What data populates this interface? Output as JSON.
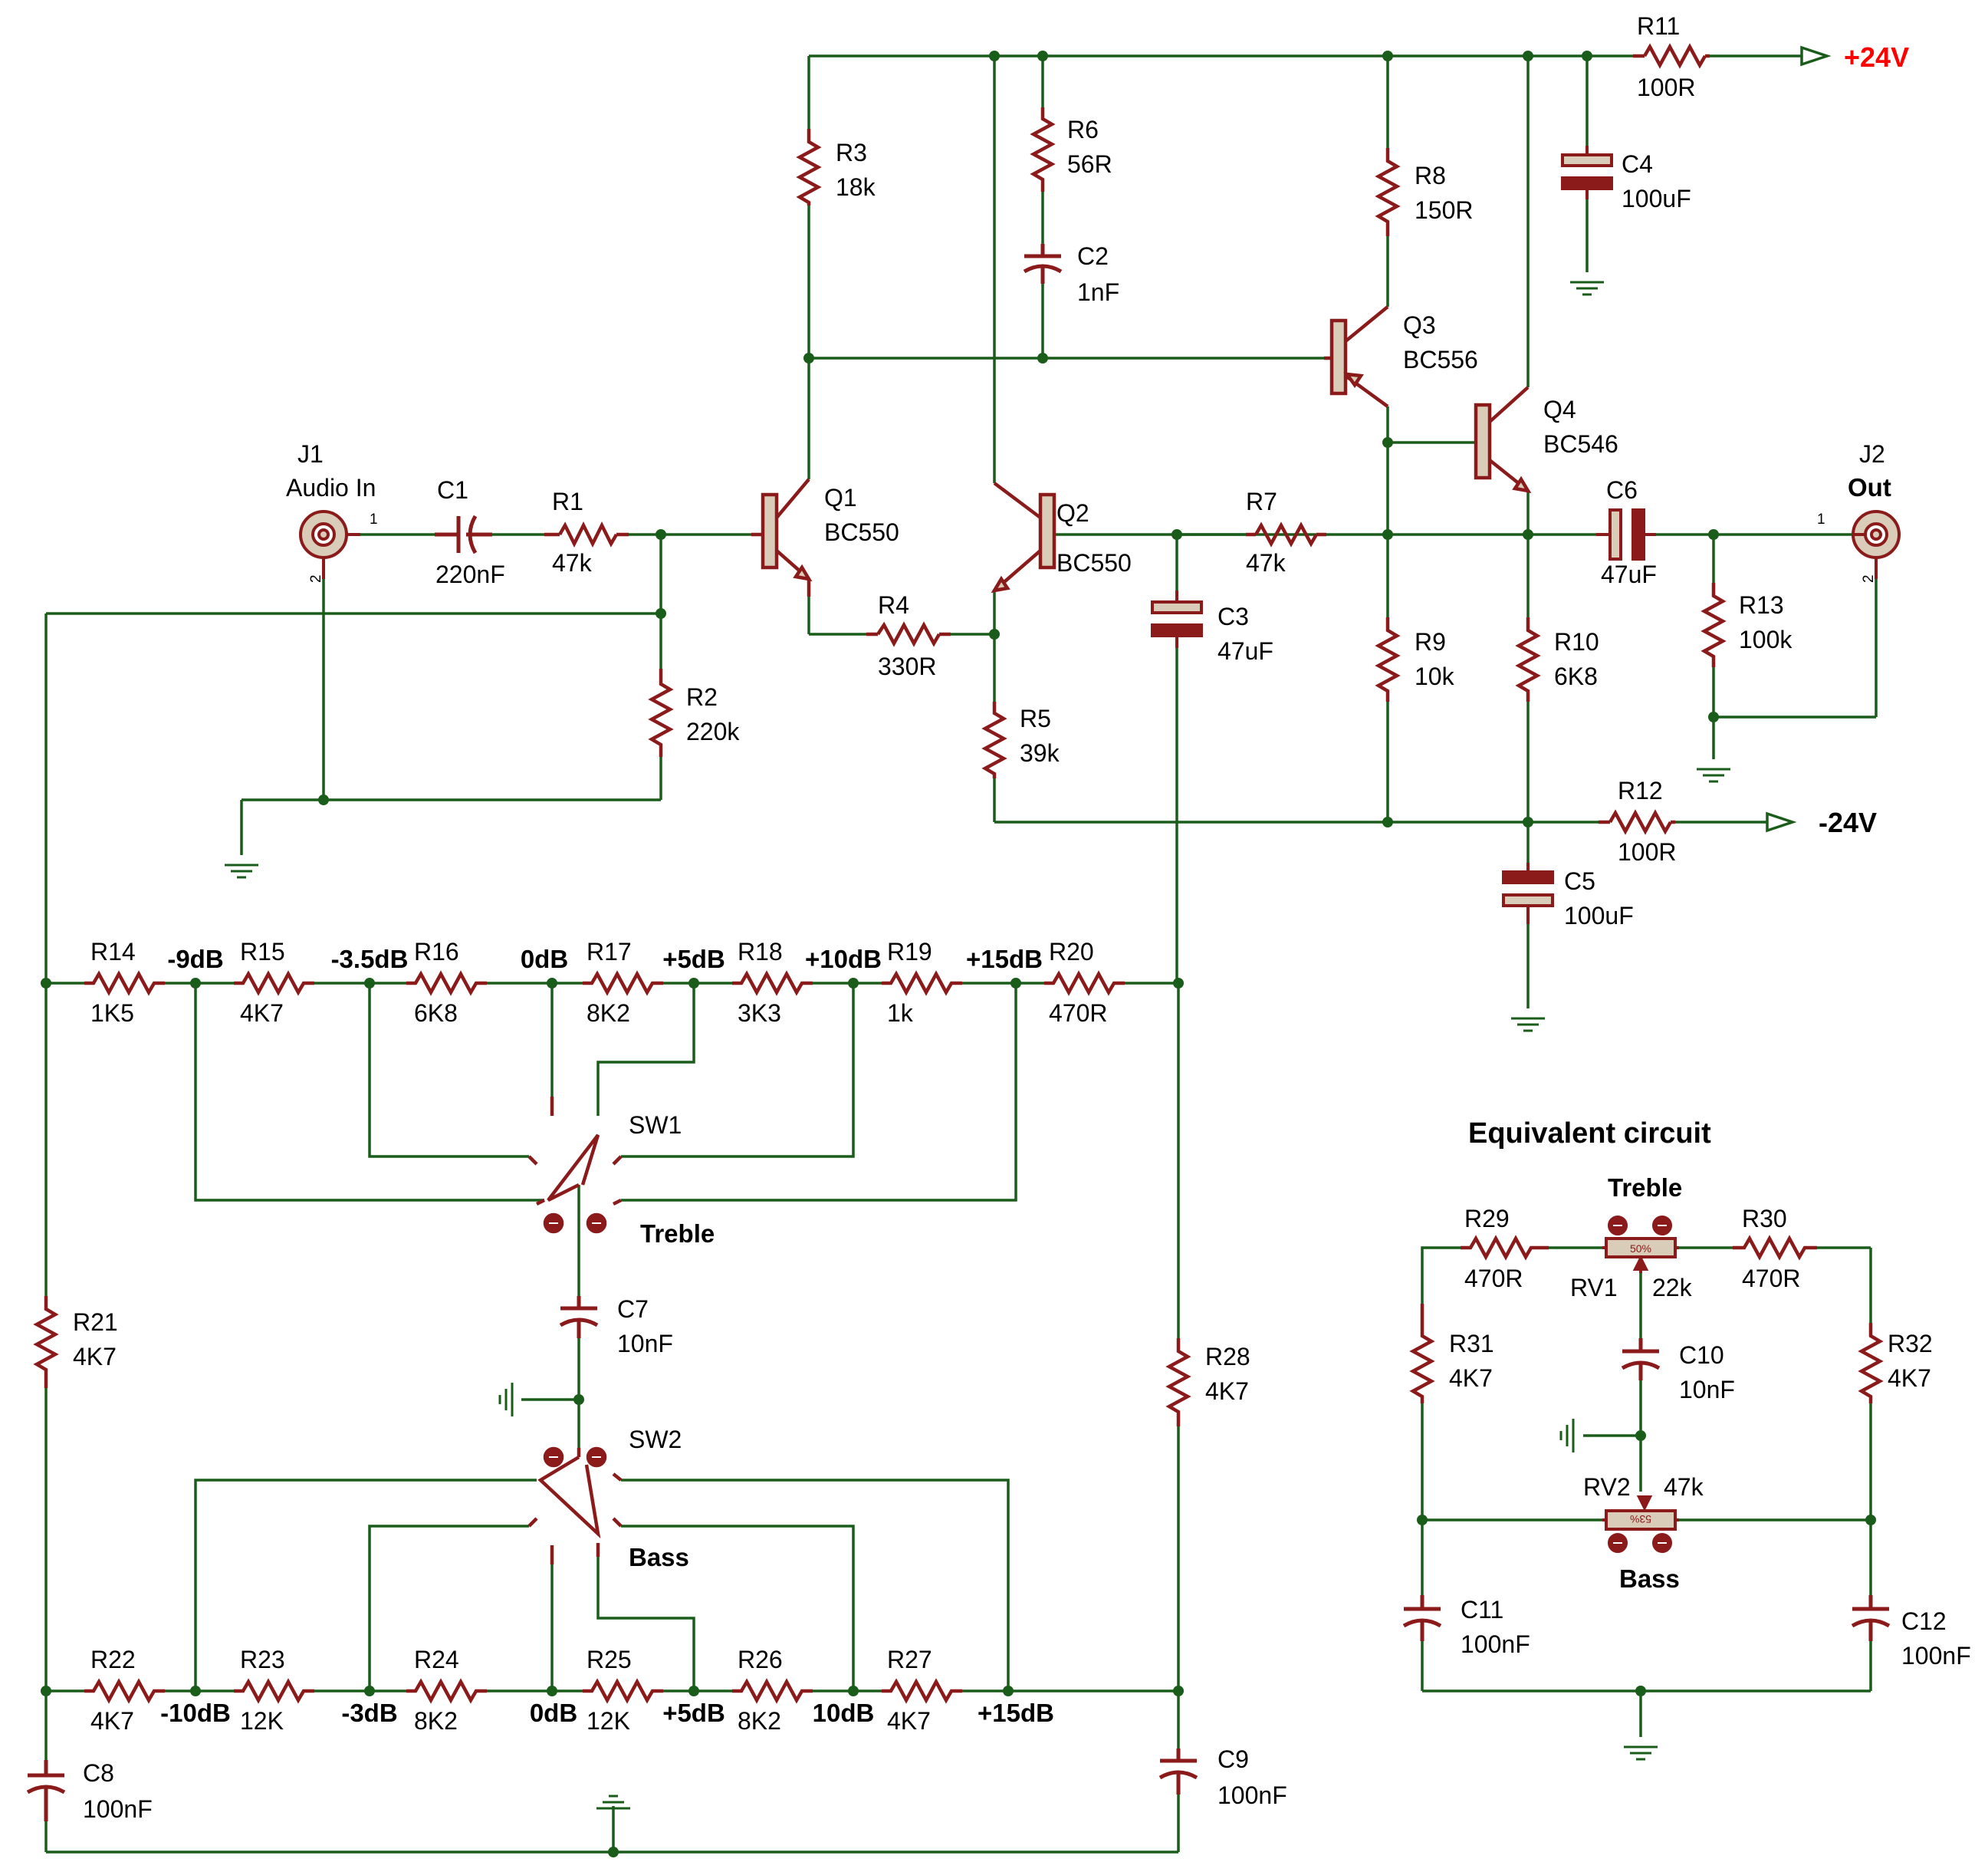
{
  "colors": {
    "wire": "#1a5c1a",
    "component": "#8b1a1a",
    "fill": "#d9ccb8",
    "label": "#000000",
    "supply_positive": "#ff0000",
    "supply_negative": "#000000"
  },
  "supplies": {
    "positive": "+24V",
    "negative": "-24V"
  },
  "connectors": {
    "j1": {
      "ref": "J1",
      "name": "Audio In",
      "pin1": "1",
      "pin2": "2"
    },
    "j2": {
      "ref": "J2",
      "name": "Out",
      "pin1": "1",
      "pin2": "2"
    }
  },
  "transistors": {
    "q1": {
      "ref": "Q1",
      "value": "BC550"
    },
    "q2": {
      "ref": "Q2",
      "value": "BC550"
    },
    "q3": {
      "ref": "Q3",
      "value": "BC556"
    },
    "q4": {
      "ref": "Q4",
      "value": "BC546"
    }
  },
  "resistors": {
    "r1": {
      "ref": "R1",
      "value": "47k"
    },
    "r2": {
      "ref": "R2",
      "value": "220k"
    },
    "r3": {
      "ref": "R3",
      "value": "18k"
    },
    "r4": {
      "ref": "R4",
      "value": "330R"
    },
    "r5": {
      "ref": "R5",
      "value": "39k"
    },
    "r6": {
      "ref": "R6",
      "value": "56R"
    },
    "r7": {
      "ref": "R7",
      "value": "47k"
    },
    "r8": {
      "ref": "R8",
      "value": "150R"
    },
    "r9": {
      "ref": "R9",
      "value": "10k"
    },
    "r10": {
      "ref": "R10",
      "value": "6K8"
    },
    "r11": {
      "ref": "R11",
      "value": "100R"
    },
    "r12": {
      "ref": "R12",
      "value": "100R"
    },
    "r13": {
      "ref": "R13",
      "value": "100k"
    },
    "r14": {
      "ref": "R14",
      "value": "1K5"
    },
    "r15": {
      "ref": "R15",
      "value": "4K7"
    },
    "r16": {
      "ref": "R16",
      "value": "6K8"
    },
    "r17": {
      "ref": "R17",
      "value": "8K2"
    },
    "r18": {
      "ref": "R18",
      "value": "3K3"
    },
    "r19": {
      "ref": "R19",
      "value": "1k"
    },
    "r20": {
      "ref": "R20",
      "value": "470R"
    },
    "r21": {
      "ref": "R21",
      "value": "4K7"
    },
    "r22": {
      "ref": "R22",
      "value": "4K7"
    },
    "r23": {
      "ref": "R23",
      "value": "12K"
    },
    "r24": {
      "ref": "R24",
      "value": "8K2"
    },
    "r25": {
      "ref": "R25",
      "value": "12K"
    },
    "r26": {
      "ref": "R26",
      "value": "8K2"
    },
    "r27": {
      "ref": "R27",
      "value": "4K7"
    },
    "r28": {
      "ref": "R28",
      "value": "4K7"
    },
    "r29": {
      "ref": "R29",
      "value": "470R"
    },
    "r30": {
      "ref": "R30",
      "value": "470R"
    },
    "r31": {
      "ref": "R31",
      "value": "4K7"
    },
    "r32": {
      "ref": "R32",
      "value": "4K7"
    }
  },
  "capacitors": {
    "c1": {
      "ref": "C1",
      "value": "220nF"
    },
    "c2": {
      "ref": "C2",
      "value": "1nF"
    },
    "c3": {
      "ref": "C3",
      "value": "47uF"
    },
    "c4": {
      "ref": "C4",
      "value": "100uF"
    },
    "c5": {
      "ref": "C5",
      "value": "100uF"
    },
    "c6": {
      "ref": "C6",
      "value": "47uF"
    },
    "c7": {
      "ref": "C7",
      "value": "10nF"
    },
    "c8": {
      "ref": "C8",
      "value": "100nF"
    },
    "c9": {
      "ref": "C9",
      "value": "100nF"
    },
    "c10": {
      "ref": "C10",
      "value": "10nF"
    },
    "c11": {
      "ref": "C11",
      "value": "100nF"
    },
    "c12": {
      "ref": "C12",
      "value": "100nF"
    }
  },
  "switches": {
    "sw1": {
      "ref": "SW1",
      "name": "Treble"
    },
    "sw2": {
      "ref": "SW2",
      "name": "Bass"
    }
  },
  "treble_steps": [
    "-9dB",
    "-3.5dB",
    "0dB",
    "+5dB",
    "+10dB",
    "+15dB"
  ],
  "bass_steps": [
    "-10dB",
    "-3dB",
    "0dB",
    "+5dB",
    "10dB",
    "+15dB"
  ],
  "equivalent": {
    "title": "Equivalent circuit",
    "treble_label": "Treble",
    "bass_label": "Bass",
    "rv1": {
      "ref": "RV1",
      "value": "22k",
      "setting": "50%"
    },
    "rv2": {
      "ref": "RV2",
      "value": "47k",
      "setting": "53%"
    }
  }
}
